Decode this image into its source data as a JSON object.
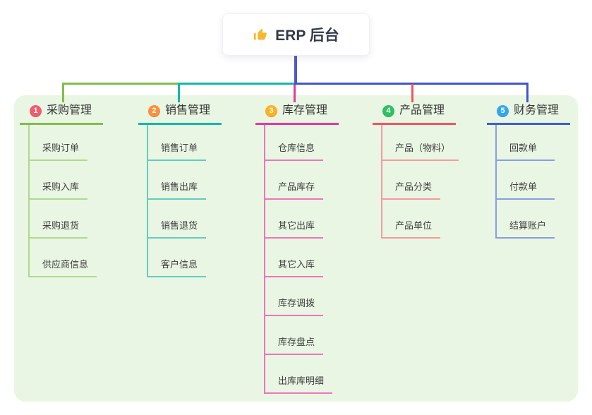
{
  "root_node": {
    "label": "ERP 后台",
    "icon": "thumbs-up-icon",
    "icon_color": "#f5b82e"
  },
  "panel_bg": "#e9f6e3",
  "connectors": {
    "root_stem_color": "#4a5ac8",
    "bus_right_color": "#4355c8"
  },
  "branches": [
    {
      "num": "1",
      "label": "采购管理",
      "badge_color": "#f25c6e",
      "line_color": "#82bd4a",
      "child_line_color": "#b0d88e",
      "children": [
        "采购订单",
        "采购入库",
        "采购退货",
        "供应商信息"
      ]
    },
    {
      "num": "2",
      "label": "销售管理",
      "badge_color": "#ff8e3d",
      "line_color": "#14b8a6",
      "child_line_color": "#62cdbf",
      "children": [
        "销售订单",
        "销售出库",
        "销售退货",
        "客户信息"
      ]
    },
    {
      "num": "3",
      "label": "库存管理",
      "badge_color": "#ffb020",
      "line_color": "#e23a9e",
      "child_line_color": "#ef74b9",
      "children": [
        "仓库信息",
        "产品库存",
        "其它出库",
        "其它入库",
        "库存调拨",
        "库存盘点",
        "出库库明细"
      ]
    },
    {
      "num": "4",
      "label": "产品管理",
      "badge_color": "#2fc065",
      "line_color": "#f2555f",
      "child_line_color": "#f79aa0",
      "children": [
        "产品（物料）",
        "产品分类",
        "产品单位"
      ]
    },
    {
      "num": "5",
      "label": "财务管理",
      "badge_color": "#34a7ec",
      "line_color": "#3f5ed2",
      "child_line_color": "#8b9de0",
      "children": [
        "回款单",
        "付款单",
        "结算账户"
      ]
    }
  ]
}
